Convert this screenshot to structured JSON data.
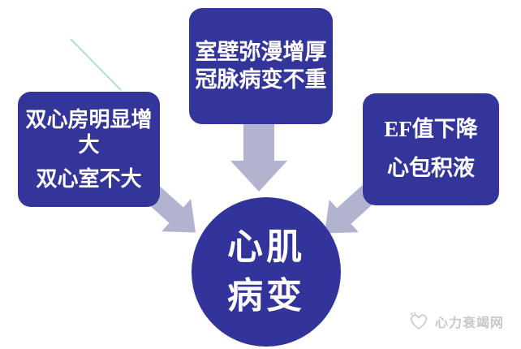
{
  "diagram": {
    "nodes": [
      {
        "id": "left",
        "lines": [
          "双心房明显增大",
          "双心室不大"
        ]
      },
      {
        "id": "top",
        "lines": [
          "室壁弥漫增厚",
          "冠脉病变不重"
        ]
      },
      {
        "id": "right",
        "lines": [
          "EF值下降",
          "心包积液"
        ]
      }
    ],
    "center": {
      "lines": [
        "心肌",
        "病变"
      ]
    },
    "watermark": {
      "text": "心力衰竭网",
      "icon": "heart-logo-icon"
    }
  },
  "colors": {
    "box_fill": "#34359b",
    "circle_fill": "#32339b",
    "text": "#ffffff",
    "arrow_fill": "#b1b3cf",
    "accent_line": "#b5dcd6",
    "watermark_text": "#c8c8c8",
    "background": "#ffffff"
  }
}
